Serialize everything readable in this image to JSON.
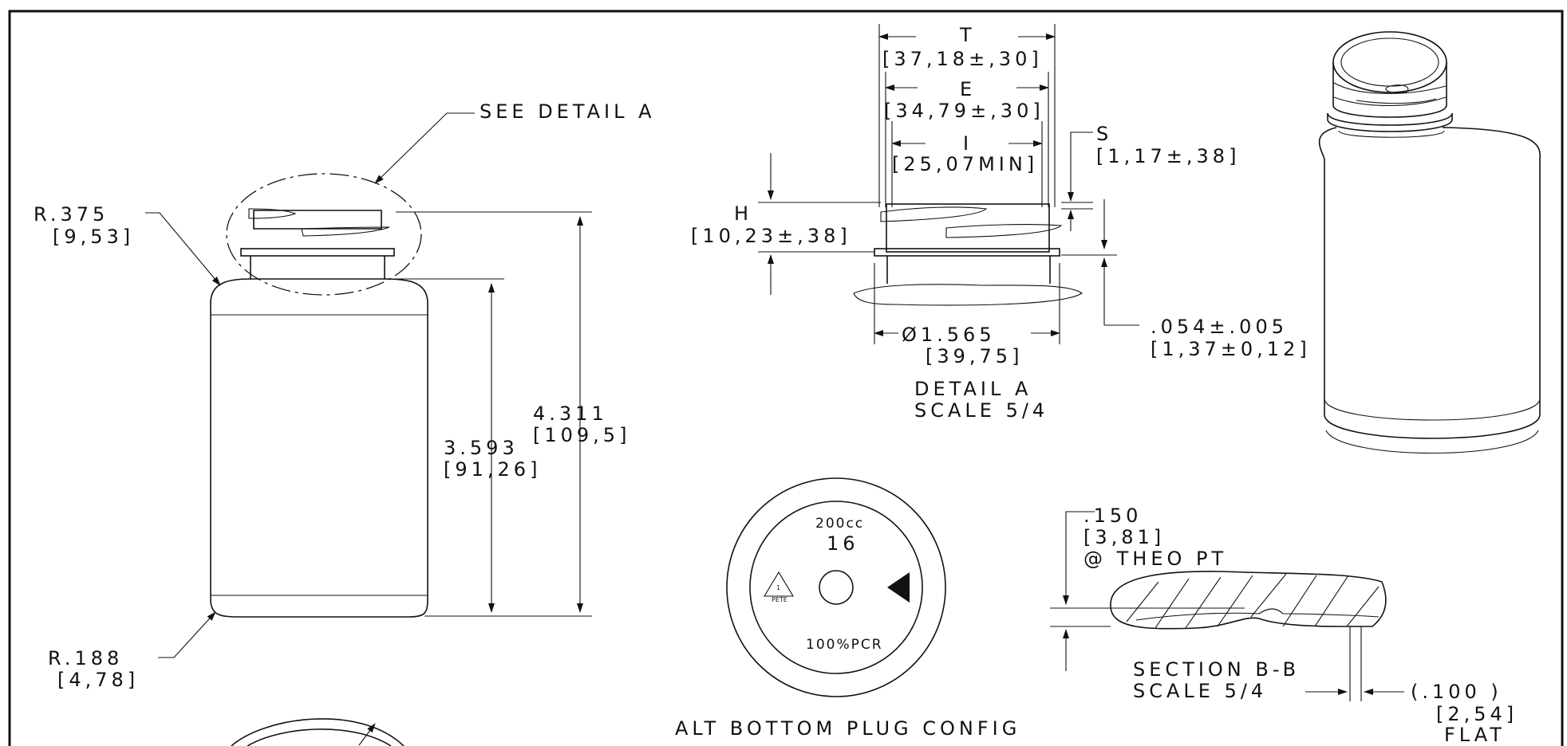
{
  "main_view": {
    "see_detail": "SEE DETAIL  A",
    "r_top": "R.375",
    "r_top_mm": "[9,53]",
    "r_bottom": "R.188",
    "r_bottom_mm": "[4,78]",
    "height_body": "3.593",
    "height_body_mm": "[91,26]",
    "height_total": "4.311",
    "height_total_mm": "[109,5]"
  },
  "detail_a": {
    "T": "T",
    "T_mm": "[37,18±,30]",
    "E": "E",
    "E_mm": "[34,79±,30]",
    "I": "I",
    "I_mm": "[25,07MIN]",
    "S": "S",
    "S_mm": "[1,17±,38]",
    "H": "H",
    "H_mm": "[10,23±,38]",
    "diameter": "Ø1.565",
    "diameter_mm": "[39,75]",
    "thickness": ".054±.005",
    "thickness_mm": "[1,37±0,12]",
    "title": "DETAIL  A",
    "scale": "SCALE  5/4"
  },
  "bottom_plug": {
    "volume": "200cc",
    "number": "16",
    "pcr": "100%PCR",
    "resin": "1",
    "resin_label": "PETE",
    "caption": "ALT BOTTOM PLUG CONFIG"
  },
  "section_bb": {
    "dim": ".150",
    "dim_mm": "[3,81]",
    "theo": "@ THEO PT",
    "title": "SECTION  B-B",
    "scale": "SCALE  5/4",
    "flat_dim": "(.100  )",
    "flat_mm": "[2,54]",
    "flat": "FLAT"
  }
}
